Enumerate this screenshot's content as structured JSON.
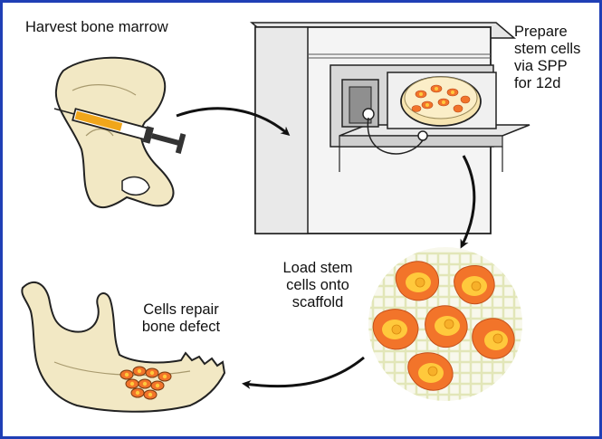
{
  "steps": {
    "harvest": {
      "label": "Harvest bone marrow"
    },
    "prepare": {
      "lines": [
        "Prepare",
        "stem cells",
        "via SPP",
        "for 12d"
      ]
    },
    "load": {
      "lines": [
        "Load stem",
        "cells onto",
        "scaffold"
      ]
    },
    "repair": {
      "lines": [
        "Cells repair",
        "bone defect"
      ]
    }
  },
  "colors": {
    "frame": "#1f3fb5",
    "bone": "#f2e8c4",
    "outline": "#222222",
    "cell_outer": "#f2742a",
    "cell_inner": "#ffc93c",
    "nucleus": "#f7b029",
    "syringe_fluid": "#f0a61b",
    "scaffold_grid": "#e2e6b8",
    "arrow": "#111111"
  },
  "icons": [
    "hip-bone-icon",
    "syringe-icon",
    "incubator-machine-icon",
    "culture-dish-icon",
    "scaffold-with-cells-icon",
    "jaw-bone-icon"
  ]
}
